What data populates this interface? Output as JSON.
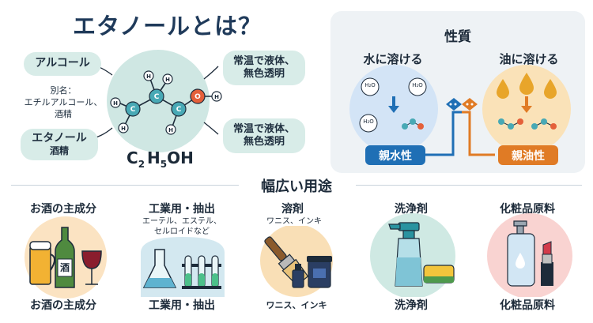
{
  "title": "エタノールとは？",
  "left": {
    "pill_alcohol": "アルコール",
    "alias_label": "別名：",
    "alias_text": "エチルアルコール、",
    "alias_sake": "酒精",
    "pill_ethanol_line1": "エタノール",
    "pill_ethanol_line2": "酒精",
    "formula_c": "C",
    "formula_c_sub": "2",
    "formula_rest": "H",
    "formula_h_sub": "5",
    "formula_oh": "OH",
    "pill_state1_line1": "常温で液体、",
    "pill_state1_line2": "無色透明",
    "pill_state2_line1": "常温で液体、",
    "pill_state2_line2": "無色透明",
    "atom_c": "C",
    "atom_h": "H",
    "atom_o": "O"
  },
  "properties": {
    "title": "性質",
    "water_label": "水に溶ける",
    "oil_label": "油に溶ける",
    "hydrophilic": "親水性",
    "lipophilic": "親油性",
    "water_molecule": "H₂O"
  },
  "uses": {
    "title": "幅広い用途",
    "categories": [
      {
        "head": "お酒の主成分",
        "sub1": "",
        "sub2": "",
        "foot": "お酒の主成分",
        "bottle_label": "酒"
      },
      {
        "head": "工業用・抽出",
        "sub1": "エーテル、エステル、",
        "sub2": "セルロイドなど",
        "foot": "工業用・抽出"
      },
      {
        "head": "溶剤",
        "sub1": "ワニス、インキ",
        "sub2": "",
        "foot": "ワニス、インキ"
      },
      {
        "head": "洗浄剤",
        "sub1": "",
        "sub2": "",
        "foot": "洗浄剤"
      },
      {
        "head": "化粧品原料",
        "sub1": "",
        "sub2": "",
        "foot": "化粧品原料"
      }
    ]
  },
  "colors": {
    "water_blue": "#1f6fb5",
    "oil_orange": "#e07b25",
    "pill_bg": "#d8ece8",
    "molecule_bg": "#cfe7e3",
    "oxygen": "#e4603a"
  }
}
